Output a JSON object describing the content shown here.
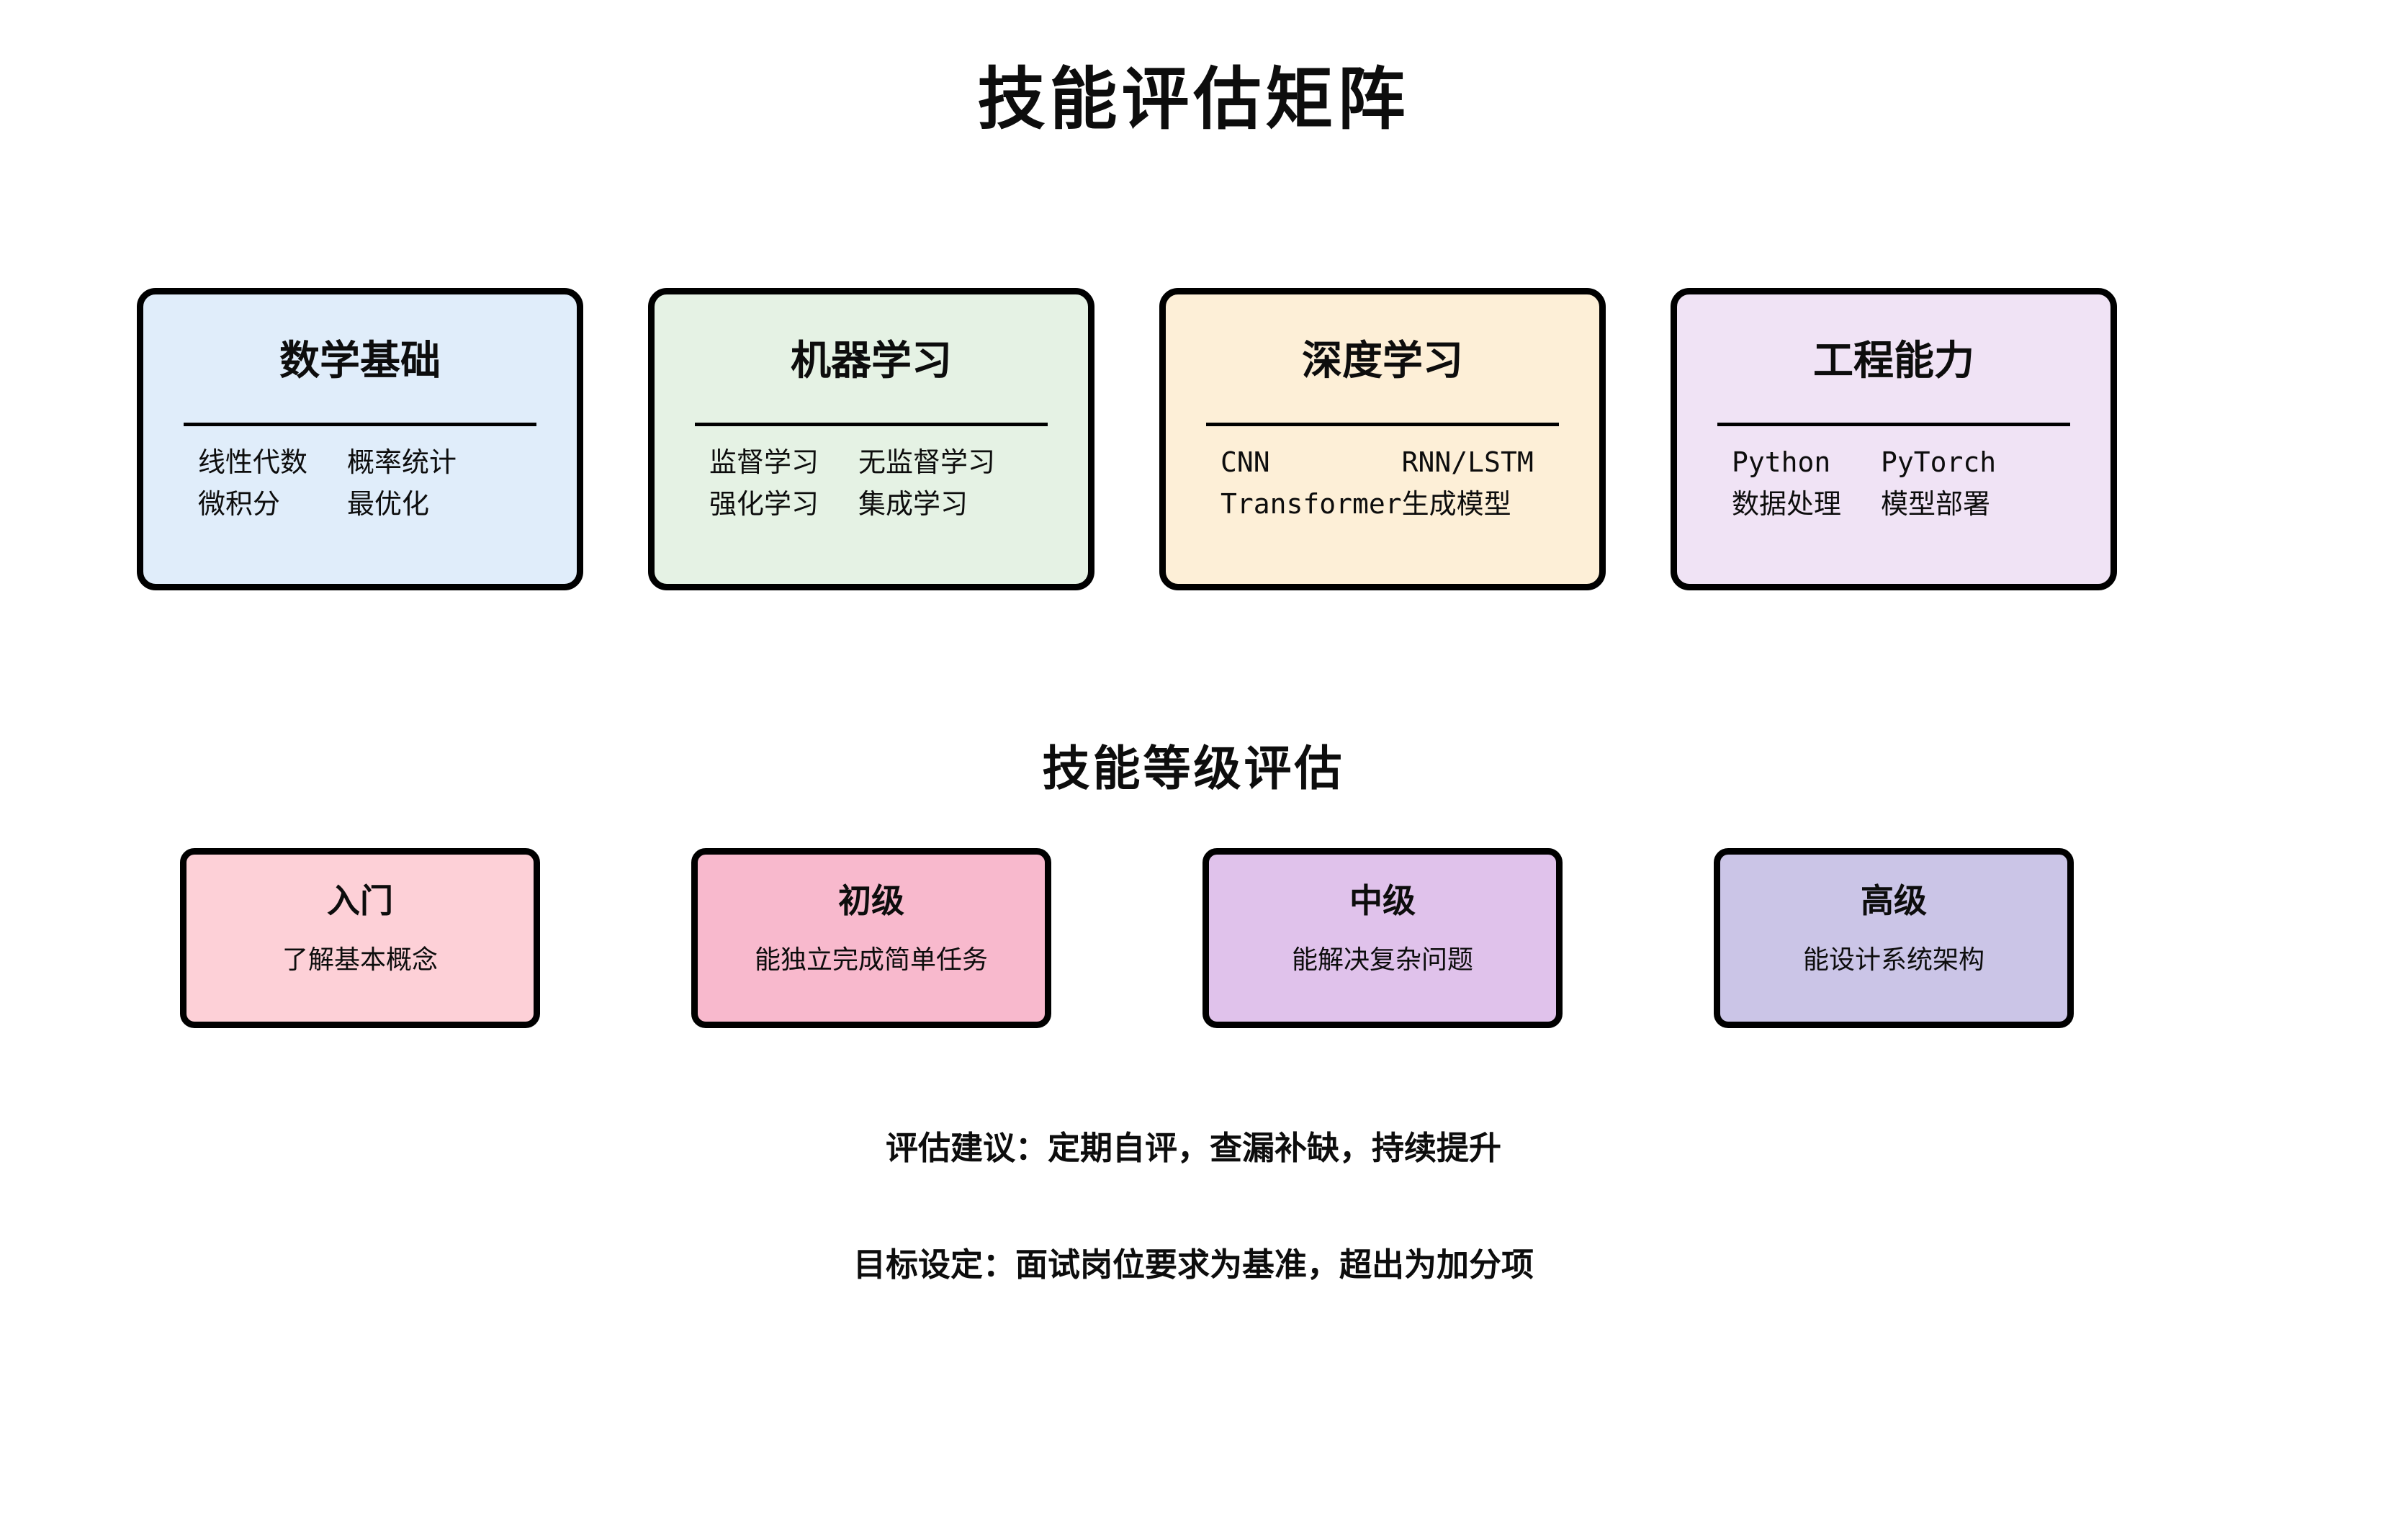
{
  "page": {
    "background": "#ffffff",
    "title": "技能评估矩阵",
    "section_title": "技能等级评估",
    "notes": [
      "评估建议：定期自评，查漏补缺，持续提升",
      "目标设定：面试岗位要求为基准，超出为加分项"
    ]
  },
  "style": {
    "border_color": "#000000",
    "text_color": "#0d0d0d"
  },
  "skill_groups": [
    {
      "title": "数学基础",
      "bg": "#e0edfa",
      "items": [
        "线性代数",
        "概率统计",
        "微积分",
        "最优化"
      ]
    },
    {
      "title": "机器学习",
      "bg": "#e5f2e4",
      "items": [
        "监督学习",
        "无监督学习",
        "强化学习",
        "集成学习"
      ]
    },
    {
      "title": "深度学习",
      "bg": "#fdefd7",
      "items": [
        "CNN",
        "RNN/LSTM",
        "Transformer",
        "生成模型"
      ]
    },
    {
      "title": "工程能力",
      "bg": "#f0e3f5",
      "items": [
        "Python",
        "PyTorch",
        "数据处理",
        "模型部署"
      ]
    }
  ],
  "levels": [
    {
      "title": "入门",
      "desc": "了解基本概念",
      "bg": "#fdd0d7"
    },
    {
      "title": "初级",
      "desc": "能独立完成简单任务",
      "bg": "#f8b9cd"
    },
    {
      "title": "中级",
      "desc": "能解决复杂问题",
      "bg": "#e0c2eb"
    },
    {
      "title": "高级",
      "desc": "能设计系统架构",
      "bg": "#cbc5e7"
    }
  ]
}
